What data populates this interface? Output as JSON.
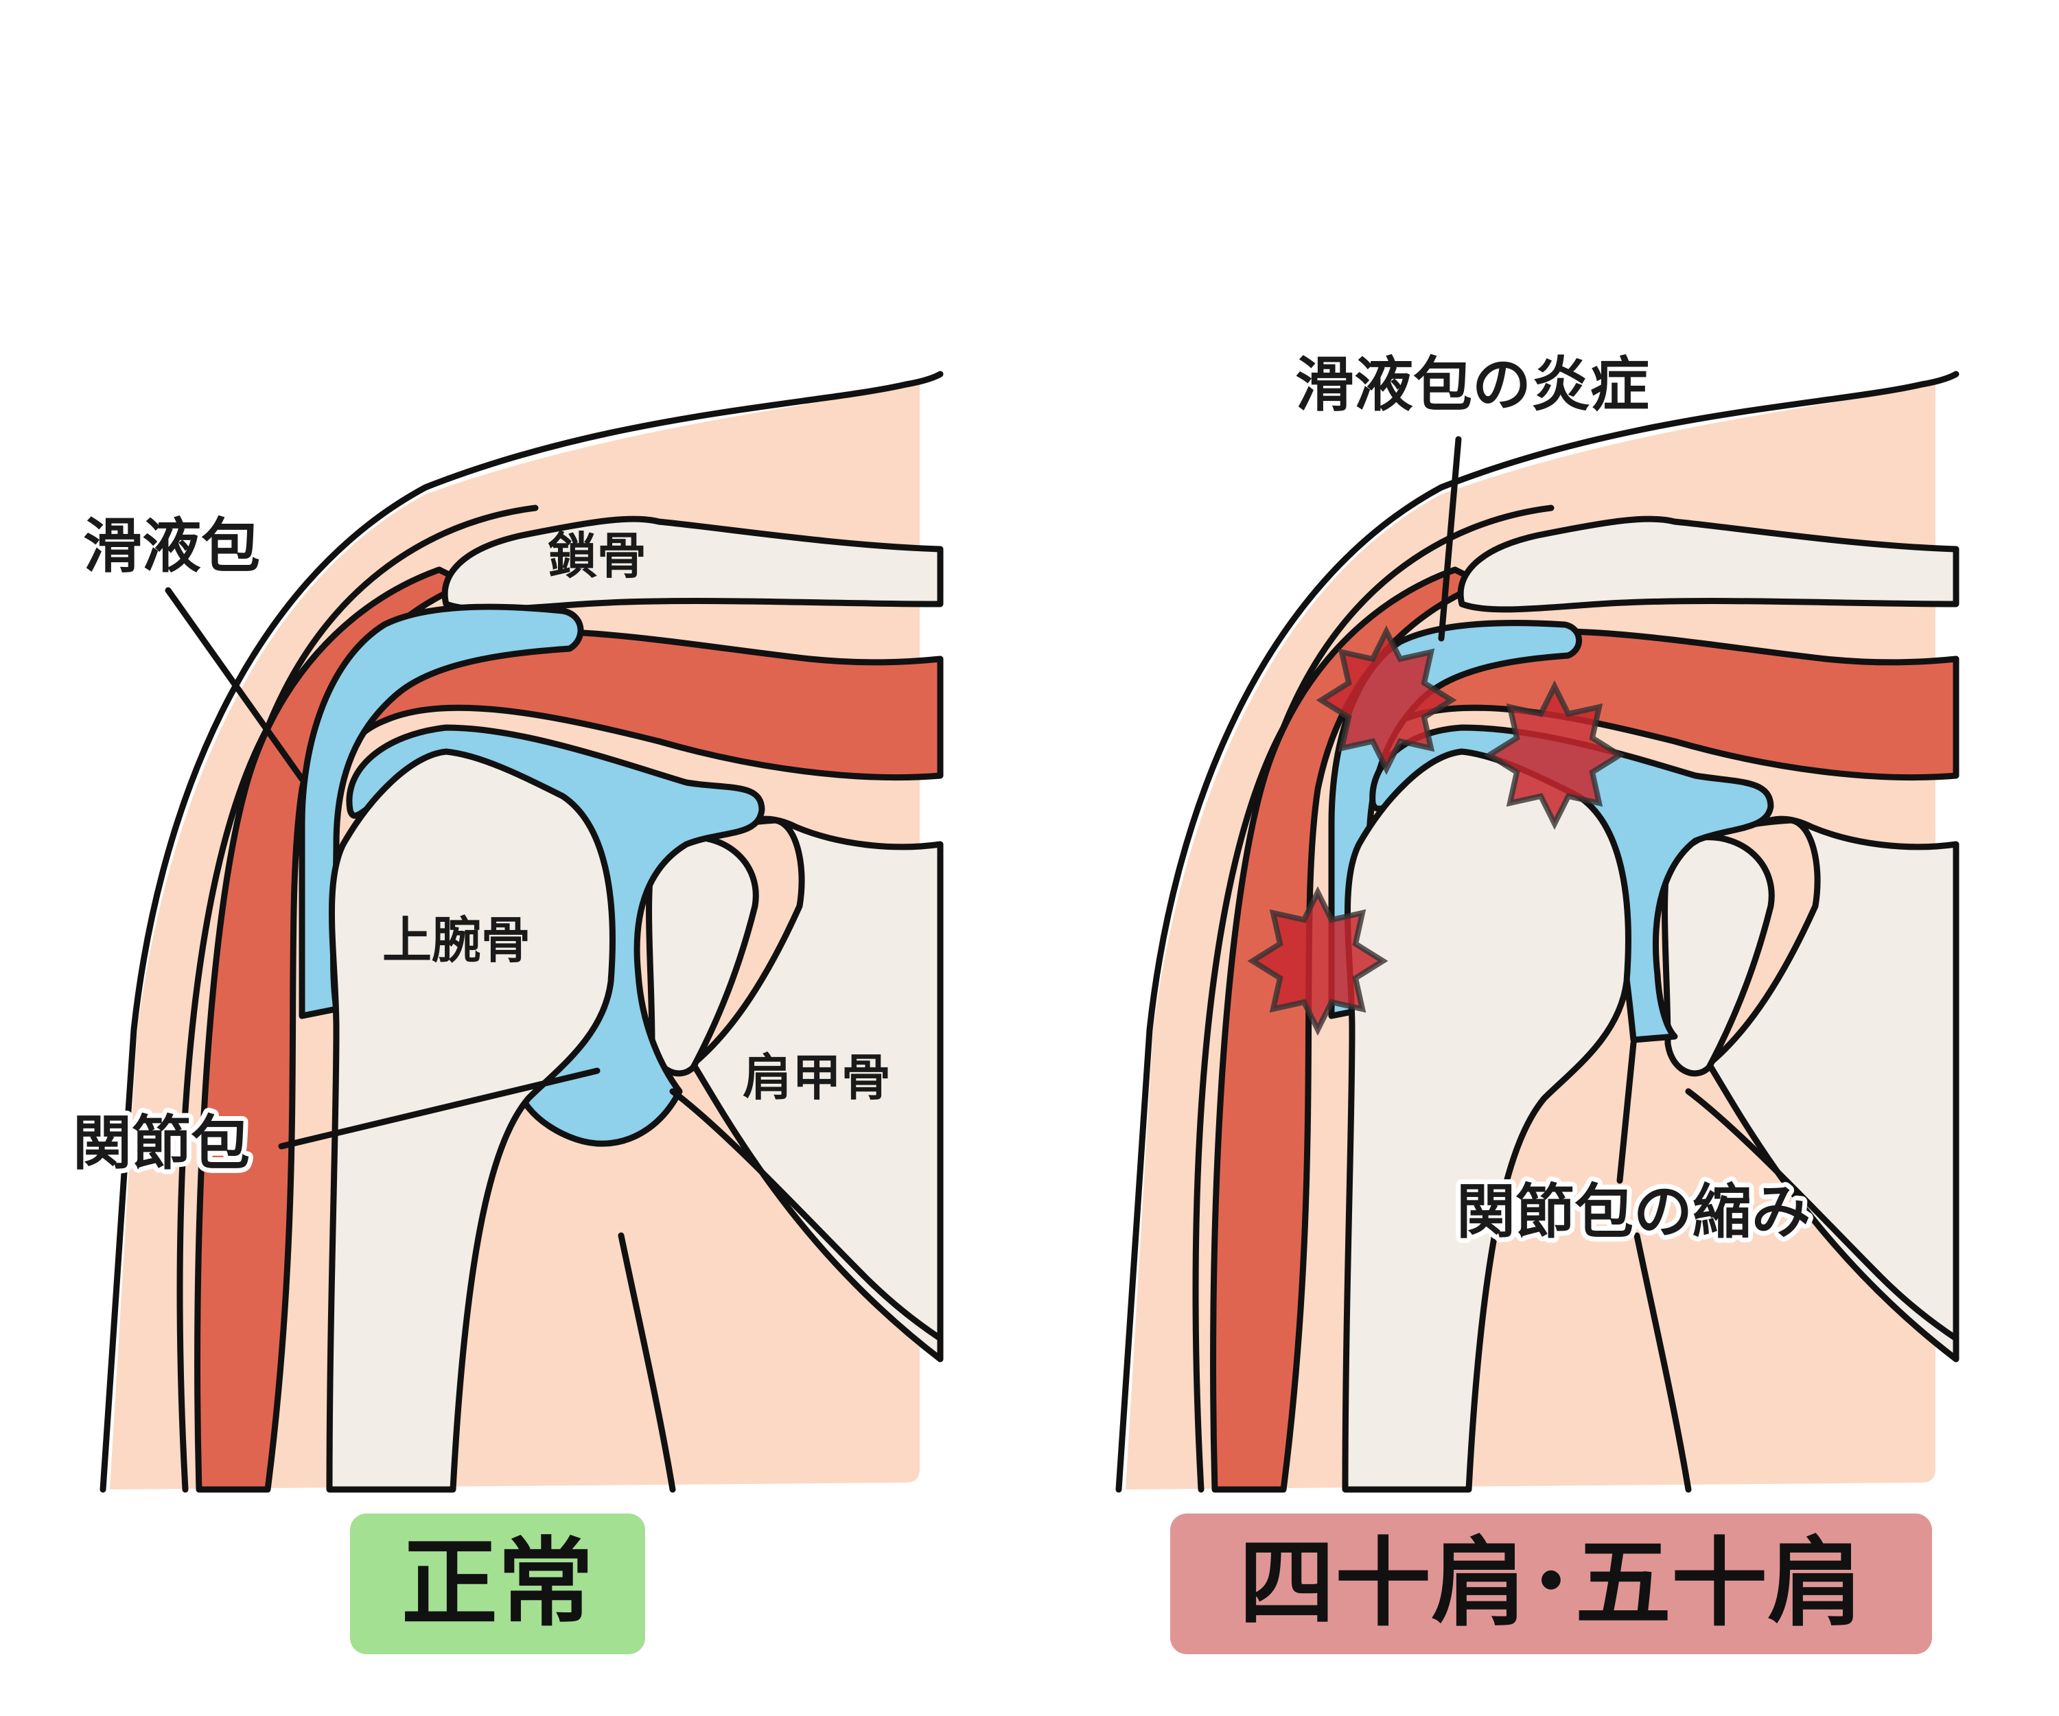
{
  "panels": [
    {
      "caption": "正常",
      "caption_color": "#a3e092",
      "labels": {
        "bursa": "滑液包",
        "clavicle": "鎖骨",
        "humerus": "上腕骨",
        "scapula": "肩甲骨",
        "capsule": "関節包"
      }
    },
    {
      "caption": "四十肩･五十肩",
      "caption_color": "#e09595",
      "labels": {
        "bursa_inflammation": "滑液包の炎症",
        "capsule_contraction": "関節包の縮み"
      }
    }
  ],
  "colors": {
    "skin": "#fcd9c5",
    "bone": "#f2ede6",
    "muscle": "#e06550",
    "fluid": "#8fd0ea",
    "inflammation": "#c8282e",
    "outline": "#111111"
  }
}
